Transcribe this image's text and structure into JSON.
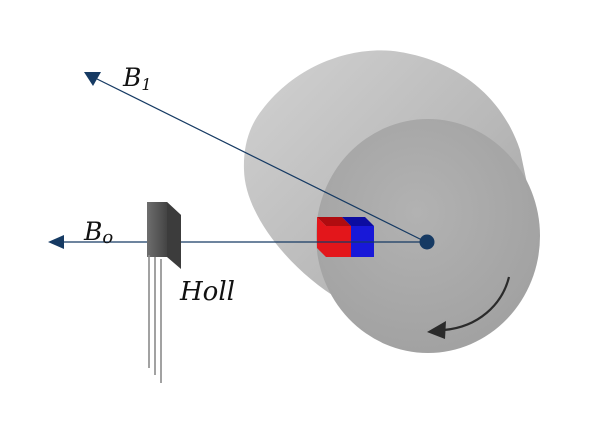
{
  "labels": {
    "b1": "B",
    "b1_sub": "1",
    "b0": "B",
    "b0_sub": "o",
    "sensor": "Holl"
  },
  "colors": {
    "vector": "#163a63",
    "cylinder_side": "#b9b9b9",
    "cylinder_face": "#a8a8a8",
    "magnet_north": "#e3161b",
    "magnet_south": "#1818d8",
    "sensor_body": "#5a5a5a",
    "rotation_arrow": "#2b2b2b"
  },
  "icons": {
    "rotation": "curved-arrow-icon",
    "axis": "dot-icon"
  }
}
